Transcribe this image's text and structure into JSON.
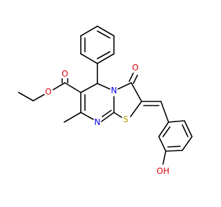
{
  "colors": {
    "bond": "#000000",
    "O": "#e0000b",
    "N": "#0000ff",
    "S": "#b8a000",
    "background": "#ffffff"
  },
  "atom_labels": [
    {
      "id": "atom-o-carbonyl-ester",
      "element": "O",
      "text": "O"
    },
    {
      "id": "atom-o-ester",
      "element": "O",
      "text": "O"
    },
    {
      "id": "atom-o-ketone",
      "element": "O",
      "text": "O"
    },
    {
      "id": "atom-n-bridgehead",
      "element": "N",
      "text": "N"
    },
    {
      "id": "atom-n-ring",
      "element": "N",
      "text": "N"
    },
    {
      "id": "atom-s-ring",
      "element": "S",
      "text": "S"
    },
    {
      "id": "atom-oh",
      "element": "O",
      "text": "OH"
    }
  ]
}
